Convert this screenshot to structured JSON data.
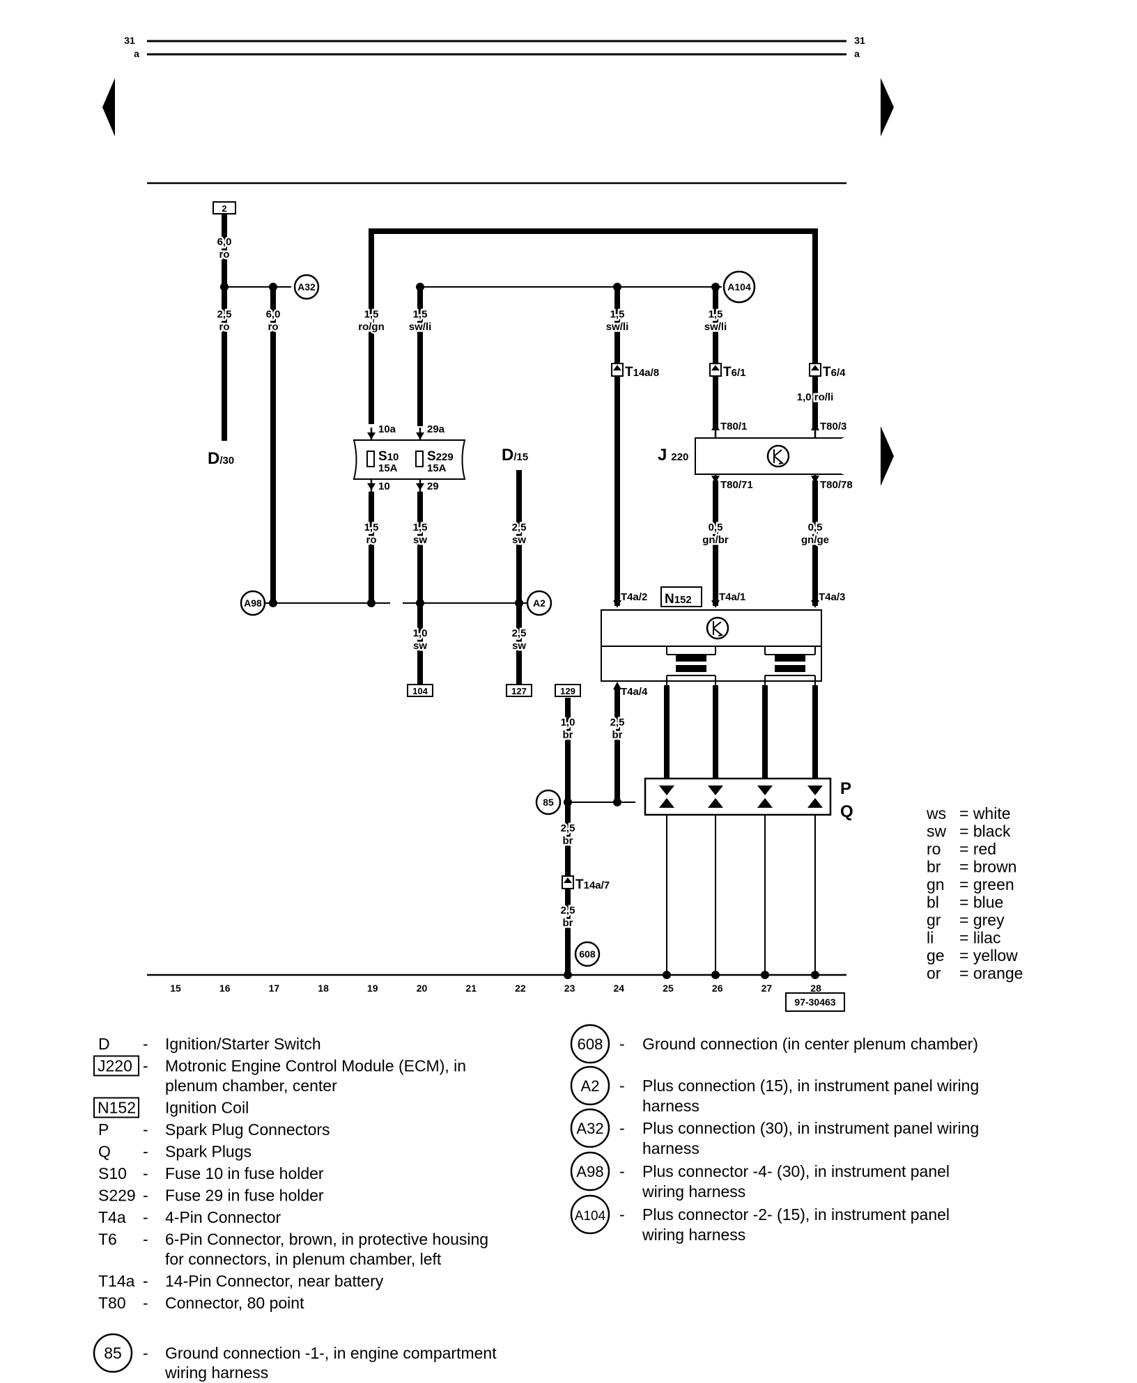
{
  "header": {
    "page_left": "31",
    "page_left_sub": "a",
    "page_right": "31",
    "page_right_sub": "a"
  },
  "wires": {
    "w2_top": [
      "6,0",
      "ro"
    ],
    "w_d30": [
      "2,5",
      "ro"
    ],
    "w_a98": [
      "6,0",
      "ro"
    ],
    "w_s10_in": [
      "1,5",
      "ro/gn"
    ],
    "w_s229_in": [
      "1,5",
      "sw/li"
    ],
    "w_t14a8": [
      "1,5",
      "sw/li"
    ],
    "w_t61": [
      "1,5",
      "sw/li"
    ],
    "w_t64": "1,0 ro/li",
    "w_s10_out": [
      "1,5",
      "ro"
    ],
    "w_s229_out": [
      "1,5",
      "sw"
    ],
    "w_d15": [
      "2,5",
      "sw"
    ],
    "w_t8071": [
      "0,5",
      "gn/br"
    ],
    "w_t8078": [
      "0,5",
      "gn/ge"
    ],
    "w_104": [
      "1,0",
      "sw"
    ],
    "w_127": [
      "2,5",
      "sw"
    ],
    "w_129": [
      "1,0",
      "br"
    ],
    "w_t4a4": [
      "2,5",
      "br"
    ],
    "w_85": [
      "2,5",
      "br"
    ],
    "w_608": [
      "2,5",
      "br"
    ]
  },
  "refs": {
    "r2": "2",
    "r104": "104",
    "r127": "127",
    "r129": "129"
  },
  "circles": {
    "a32": "A32",
    "a104": "A104",
    "a98": "A98",
    "a2": "A2",
    "g85": "85",
    "g608": "608"
  },
  "components": {
    "d30": {
      "main": "D",
      "sub": "/30"
    },
    "d15": {
      "main": "D",
      "sub": "/15"
    },
    "j220": {
      "main": "J",
      "sub": "220"
    },
    "n152": {
      "main": "N",
      "sub": "152"
    },
    "s10": {
      "main": "S",
      "sub": "10",
      "rating": "15A"
    },
    "s229": {
      "main": "S",
      "sub": "229",
      "rating": "15A"
    },
    "p": "P",
    "q": "Q"
  },
  "connectors": {
    "t14a8": {
      "main": "T",
      "sub": "14a/8"
    },
    "t61": {
      "main": "T",
      "sub": "6/1"
    },
    "t64": {
      "main": "T",
      "sub": "6/4"
    },
    "t14a7": {
      "main": "T",
      "sub": "14a/7"
    }
  },
  "pins": {
    "p10a": "10a",
    "p29a": "29a",
    "p10": "10",
    "p29": "29",
    "t801": "T80/1",
    "t803": "T80/3",
    "t8071": "T80/71",
    "t8078": "T80/78",
    "t4a2": "T4a/2",
    "t4a1": "T4a/1",
    "t4a3": "T4a/3",
    "t4a4": "T4a/4"
  },
  "ruler": [
    "15",
    "16",
    "17",
    "18",
    "19",
    "20",
    "21",
    "22",
    "23",
    "24",
    "25",
    "26",
    "27",
    "28"
  ],
  "figure_id": "97-30463",
  "color_key": [
    [
      "ws",
      "= white"
    ],
    [
      "sw",
      "= black"
    ],
    [
      "ro",
      "= red"
    ],
    [
      "br",
      "= brown"
    ],
    [
      "gn",
      "= green"
    ],
    [
      "bl",
      "= blue"
    ],
    [
      "gr",
      "= grey"
    ],
    [
      "li",
      "= lilac"
    ],
    [
      "ge",
      "= yellow"
    ],
    [
      "or",
      "= orange"
    ]
  ],
  "legend_left": [
    {
      "code": "D",
      "boxed": false,
      "dash": "-",
      "lines": [
        "Ignition/Starter Switch"
      ]
    },
    {
      "code": "J220",
      "boxed": true,
      "dash": "-",
      "lines": [
        "Motronic Engine Control Module (ECM), in",
        "plenum chamber, center"
      ]
    },
    {
      "code": "N152",
      "boxed": true,
      "dash": "",
      "lines": [
        "Ignition Coil"
      ]
    },
    {
      "code": "P",
      "boxed": false,
      "dash": "-",
      "lines": [
        "Spark Plug Connectors"
      ]
    },
    {
      "code": "Q",
      "boxed": false,
      "dash": "-",
      "lines": [
        "Spark Plugs"
      ]
    },
    {
      "code": "S10",
      "boxed": false,
      "dash": "-",
      "lines": [
        "Fuse 10 in fuse holder"
      ]
    },
    {
      "code": "S229",
      "boxed": false,
      "dash": "-",
      "lines": [
        "Fuse 29 in fuse holder"
      ]
    },
    {
      "code": "T4a",
      "boxed": false,
      "dash": "-",
      "lines": [
        "4-Pin Connector"
      ]
    },
    {
      "code": "T6",
      "boxed": false,
      "dash": "-",
      "lines": [
        "6-Pin Connector, brown, in protective housing",
        "for connectors, in plenum chamber, left"
      ]
    },
    {
      "code": "T14a",
      "boxed": false,
      "dash": "-",
      "lines": [
        "14-Pin Connector, near battery"
      ]
    },
    {
      "code": "T80",
      "boxed": false,
      "dash": "-",
      "lines": [
        "Connector, 80 point"
      ]
    }
  ],
  "legend_85": {
    "code": "85",
    "dash": "-",
    "lines": [
      "Ground connection -1-, in engine compartment",
      "wiring harness"
    ]
  },
  "legend_right": [
    {
      "code": "608",
      "dash": "-",
      "lines": [
        "Ground connection (in center plenum chamber)"
      ]
    },
    {
      "code": "A2",
      "dash": "-",
      "lines": [
        "Plus connection (15), in instrument panel wiring",
        "harness"
      ]
    },
    {
      "code": "A32",
      "dash": "-",
      "lines": [
        "Plus connection (30), in instrument panel wiring",
        "harness"
      ]
    },
    {
      "code": "A98",
      "dash": "-",
      "lines": [
        "Plus connector -4- (30), in instrument panel",
        "wiring harness"
      ]
    },
    {
      "code": "A104",
      "dash": "-",
      "lines": [
        "Plus connector -2- (15), in instrument panel",
        "wiring harness"
      ]
    }
  ]
}
